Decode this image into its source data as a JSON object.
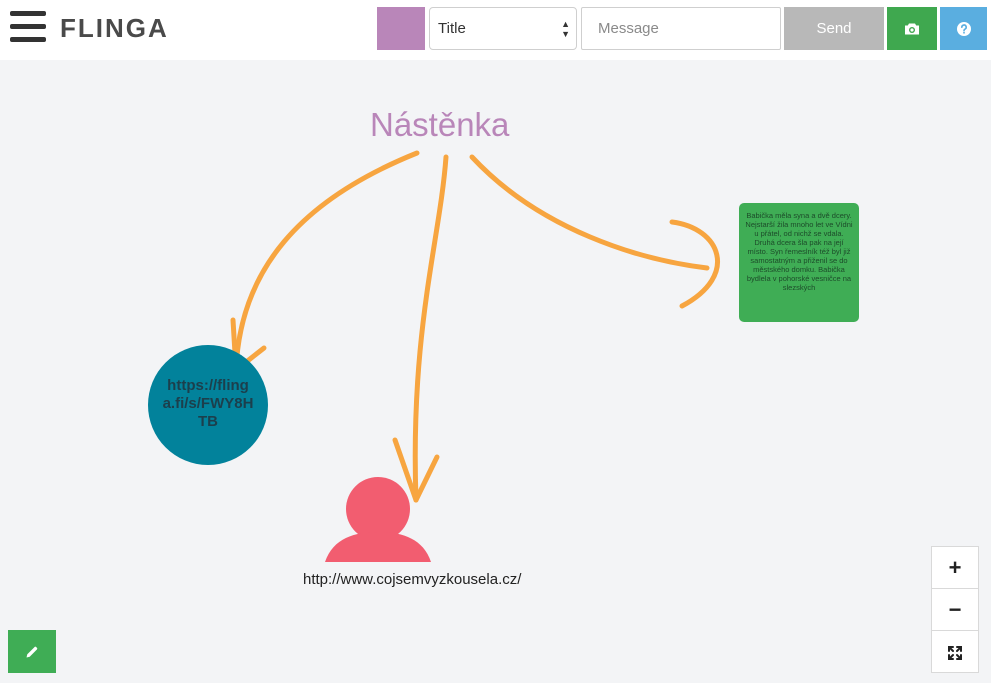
{
  "header": {
    "brand": "FLINGA",
    "color_swatch": "#b986b9",
    "title_select": {
      "selected": "Title"
    },
    "message": {
      "placeholder": "Message",
      "value": ""
    },
    "send_label": "Send",
    "camera_icon": "camera-icon",
    "help_icon": "question-icon"
  },
  "board": {
    "title": "Nástěnka",
    "link_node": {
      "text": "https://flinga.fi/s/FWY8HTB",
      "color": "#02829b"
    },
    "note_card": {
      "text": "Babička měla syna a dvě dcery. Nejstarší žila mnoho let ve Vídni u přátel, od nichž se vdala. Druhá dcera šla pak na její místo. Syn řemeslník též byl již samostatným a přiženil se do městského domku. Babička bydlela v pohorské vesničce na slezských",
      "color": "#3fad55"
    },
    "person_node": {
      "text": "http://www.cojsemvyzkousela.cz/",
      "color": "#f25d70"
    },
    "arrow_color": "#f7a540"
  },
  "zoom": {
    "in": "+",
    "out": "−"
  },
  "edit_icon": "pencil-icon"
}
